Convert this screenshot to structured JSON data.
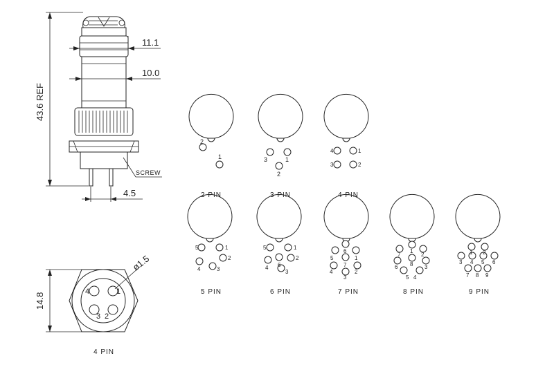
{
  "dimensions": {
    "total_height": "43.6 REF",
    "body_diameter_top": "11.1",
    "body_diameter_mid": "10.0",
    "screw": "SCREW",
    "pin_spacing": "4.5",
    "face_height": "14.8",
    "pin_diameter": "ø1.5"
  },
  "face_view": {
    "label": "4 PIN",
    "pins": [
      "4",
      "1",
      "3",
      "2"
    ]
  },
  "pin_layouts": [
    {
      "label": "2 PIN",
      "pins": [
        "2",
        "1"
      ]
    },
    {
      "label": "3 PIN",
      "pins": [
        "3",
        "1",
        "2"
      ]
    },
    {
      "label": "4 PIN",
      "pins": [
        "4",
        "1",
        "3",
        "2"
      ]
    },
    {
      "label": "5 PIN",
      "pins": [
        "5",
        "1",
        "2",
        "4",
        "3"
      ]
    },
    {
      "label": "6 PIN",
      "pins": [
        "5",
        "1",
        "2",
        "6",
        "4",
        "3"
      ]
    },
    {
      "label": "7 PIN",
      "pins": [
        "6",
        "5",
        "1",
        "7",
        "4",
        "2",
        "3"
      ]
    },
    {
      "label": "8 PIN",
      "pins": [
        "1",
        "7",
        "2",
        "8",
        "6",
        "3",
        "5",
        "4"
      ]
    },
    {
      "label": "9 PIN",
      "pins": [
        "1",
        "2",
        "3",
        "4",
        "5",
        "6",
        "7",
        "8",
        "9"
      ]
    }
  ]
}
